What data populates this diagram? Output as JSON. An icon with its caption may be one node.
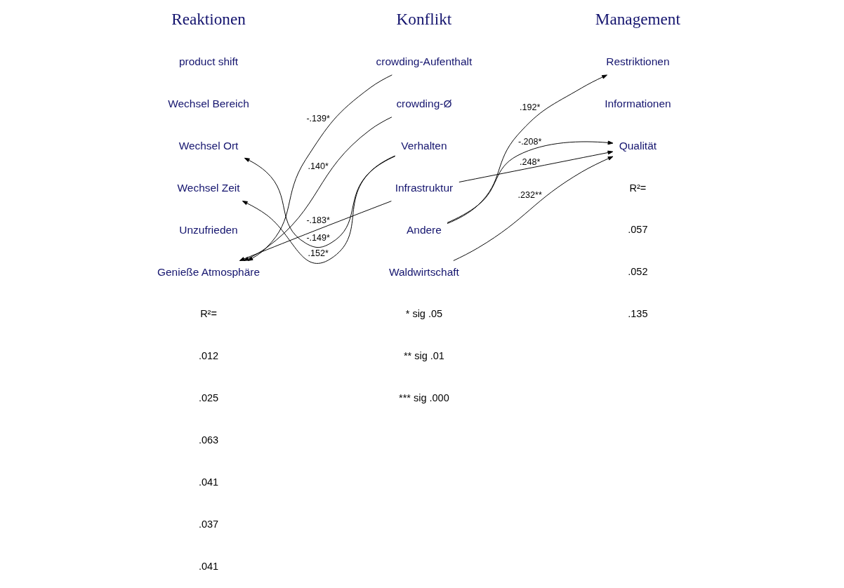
{
  "diagram": {
    "nodes": [
      {
        "text": [
          "product shift"
        ]
      },
      {
        "text": [
          "Wechsel Bereich"
        ]
      },
      {
        "text": [
          "Wechsel Ort"
        ]
      },
      {
        "text": [
          "Wechsel Zeit"
        ]
      },
      {
        "text": [
          "Unzufrieden"
        ]
      },
      {
        "text": [
          "Genieße Atmosphäre"
        ]
      },
      {
        "text": [
          "crowding-Aufenthalt"
        ]
      },
      {
        "text": [
          "crowding-Ø"
        ]
      },
      {
        "text": [
          "Verhalten"
        ]
      },
      {
        "text": [
          "Infrastruktur"
        ]
      },
      {
        "text": [
          "Andere"
        ]
      },
      {
        "text": [
          "Waldwirtschaft"
        ]
      },
      {
        "text": [
          "Restriktionen"
        ]
      },
      {
        "text": [
          "Informationen"
        ]
      },
      {
        "text": [
          "Qualität"
        ]
      }
    ],
    "edges": [
      {
        "from": 8,
        "to": 2,
        "arrow": "to",
        "label": "-.149*"
      },
      {
        "from": 8,
        "to": 3,
        "arrow": "to",
        "label": ".152*"
      },
      {
        "from": 6,
        "to": 5,
        "arrow": "to",
        "label": "-.139*"
      },
      {
        "from": 7,
        "to": 5,
        "arrow": "to",
        "label": ".140*"
      },
      {
        "from": 9,
        "to": 5,
        "arrow": "to",
        "label": "-.183*"
      },
      {
        "from": 10,
        "to": 12,
        "arrow": "to",
        "label": ".192*"
      },
      {
        "from": 9,
        "to": 14,
        "arrow": "to",
        "label": ".248*"
      },
      {
        "from": 10,
        "to": 14,
        "arrow": "to",
        "label": "-.208*"
      },
      {
        "from": 11,
        "to": 14,
        "arrow": "to",
        "label": ".232**"
      }
    ],
    "labels": [
      "Reaktionen",
      "Konflikt",
      "Management",
      "R²=",
      ".012",
      ".025",
      ".063",
      ".041",
      ".037",
      ".041",
      "* sig .05",
      "** sig .01",
      "*** sig .000",
      "R²=",
      ".057",
      ".052",
      ".135"
    ]
  }
}
